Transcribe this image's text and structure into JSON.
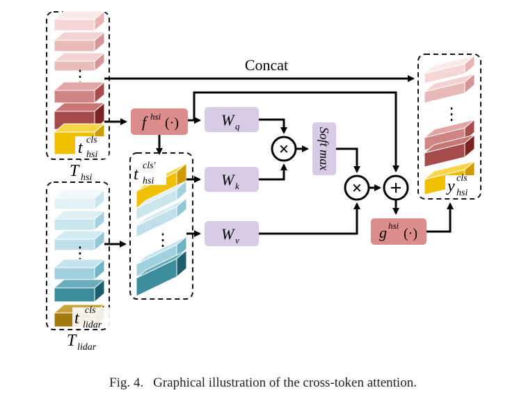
{
  "labels": {
    "concat": "Concat",
    "f_hsi": {
      "base": "f",
      "sup": "hsi",
      "arg": "(·)"
    },
    "g_hsi": {
      "base": "g",
      "sup": "hsi",
      "arg": "(·)"
    },
    "w_q": {
      "base": "W",
      "sub": "q"
    },
    "w_k": {
      "base": "W",
      "sub": "k"
    },
    "w_v": {
      "base": "W",
      "sub": "v"
    },
    "softmax": "Soft max",
    "t_hsi_cls": {
      "base": "t",
      "sup": "cls",
      "sub": "hsi"
    },
    "t_hsi_cls_prime": {
      "base": "t",
      "sup": "cls'",
      "sub": "hsi"
    },
    "t_lidar_cls": {
      "base": "t",
      "sup": "cls",
      "sub": "lidar"
    },
    "y_hsi_cls": {
      "base": "y",
      "sup": "cls",
      "sub": "hsi"
    },
    "T_hsi": {
      "base": "T",
      "prime": "'",
      "sub": "hsi"
    },
    "T_lidar": {
      "base": "T",
      "prime": "'",
      "sub": "lidar"
    },
    "ellipsis": "⋮"
  },
  "operators": {
    "multiply": "×",
    "add": "+"
  },
  "caption": {
    "label": "Fig. 4.",
    "text": "Graphical illustration of the cross-token attention."
  },
  "colors": {
    "hsi_token_light": "#f6dcdc",
    "hsi_token_mid": "#d99a98",
    "hsi_token_dark": "#9e3c3c",
    "lidar_token_light": "#e3f2f7",
    "lidar_token_mid": "#a9d4e1",
    "lidar_token_dark": "#2f7d8c",
    "cls_hsi": "#f2c200",
    "cls_lidar": "#a37a10",
    "box_f_g": "#dd8c8c",
    "box_w": "#d8cbe6"
  }
}
